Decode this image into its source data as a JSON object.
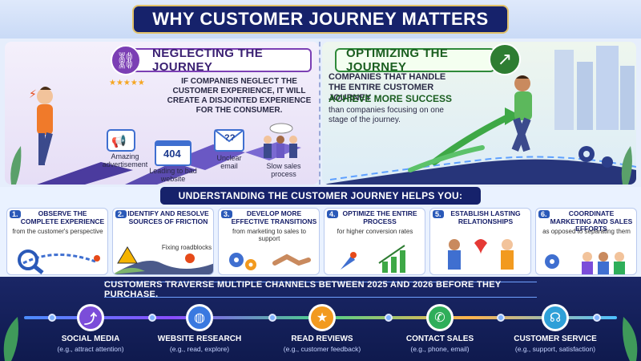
{
  "title": "WHY CUSTOMER JOURNEY MATTERS",
  "neglecting": {
    "heading": "NEGLECTING THE JOURNEY",
    "description": "IF COMPANIES NEGLECT THE CUSTOMER EXPERIENCE, IT WILL CREATE A DISJOINTED EXPERIENCE FOR THE CONSUMER.",
    "captions": [
      "Amazing advertisement",
      "Leading to bad website",
      "Unclear email",
      "Slow sales process"
    ],
    "error_code": "404",
    "email_mark": "??",
    "rating": "★★★★★"
  },
  "optimizing": {
    "heading": "OPTIMIZING THE JOURNEY",
    "line1": "COMPANIES THAT HANDLE THE ENTIRE CUSTOMER JOURNEY",
    "line2": "ACHIEVE MORE SUCCESS",
    "line3": "than companies focusing on one stage of the journey."
  },
  "understanding": {
    "banner": "UNDERSTANDING THE CUSTOMER JOURNEY HELPS YOU:",
    "cards": [
      {
        "num": "1.",
        "title": "OBSERVE THE COMPLETE EXPERIENCE",
        "sub": "from the customer's perspective"
      },
      {
        "num": "2.",
        "title": "IDENTIFY AND RESOLVE SOURCES OF FRICTION",
        "sub": "Fixing roadblocks"
      },
      {
        "num": "3.",
        "title": "DEVELOP MORE EFFECTIVE TRANSITIONS",
        "sub": "from marketing to sales to support"
      },
      {
        "num": "4.",
        "title": "OPTIMIZE THE ENTIRE PROCESS",
        "sub": "for higher conversion rates"
      },
      {
        "num": "5.",
        "title": "ESTABLISH LASTING RELATIONSHIPS",
        "sub": ""
      },
      {
        "num": "6.",
        "title": "COORDINATE MARKETING AND SALES EFFORTS",
        "sub": "as opposed to separating them"
      }
    ]
  },
  "channels": {
    "banner": "CUSTOMERS TRAVERSE MULTIPLE CHANNELS BETWEEN 2025 AND 2026 BEFORE THEY PURCHASE.",
    "steps": [
      {
        "label": "SOCIAL MEDIA",
        "sub": "(e.g., attract attention)",
        "icon": "share-icon",
        "glyph": "⤴",
        "color": "#7b4dd9"
      },
      {
        "label": "WEBSITE RESEARCH",
        "sub": "(e.g., read, explore)",
        "icon": "globe-icon",
        "glyph": "◍",
        "color": "#3a79e0"
      },
      {
        "label": "READ REVIEWS",
        "sub": "(e.g., customer feedback)",
        "icon": "star-icon",
        "glyph": "★",
        "color": "#f29a1f"
      },
      {
        "label": "CONTACT SALES",
        "sub": "(e.g., phone, email)",
        "icon": "phone-icon",
        "glyph": "✆",
        "color": "#2fae5a"
      },
      {
        "label": "CUSTOMER SERVICE",
        "sub": "(e.g., support, satisfaction)",
        "icon": "headset-icon",
        "glyph": "☊",
        "color": "#2fa0d8"
      }
    ]
  }
}
